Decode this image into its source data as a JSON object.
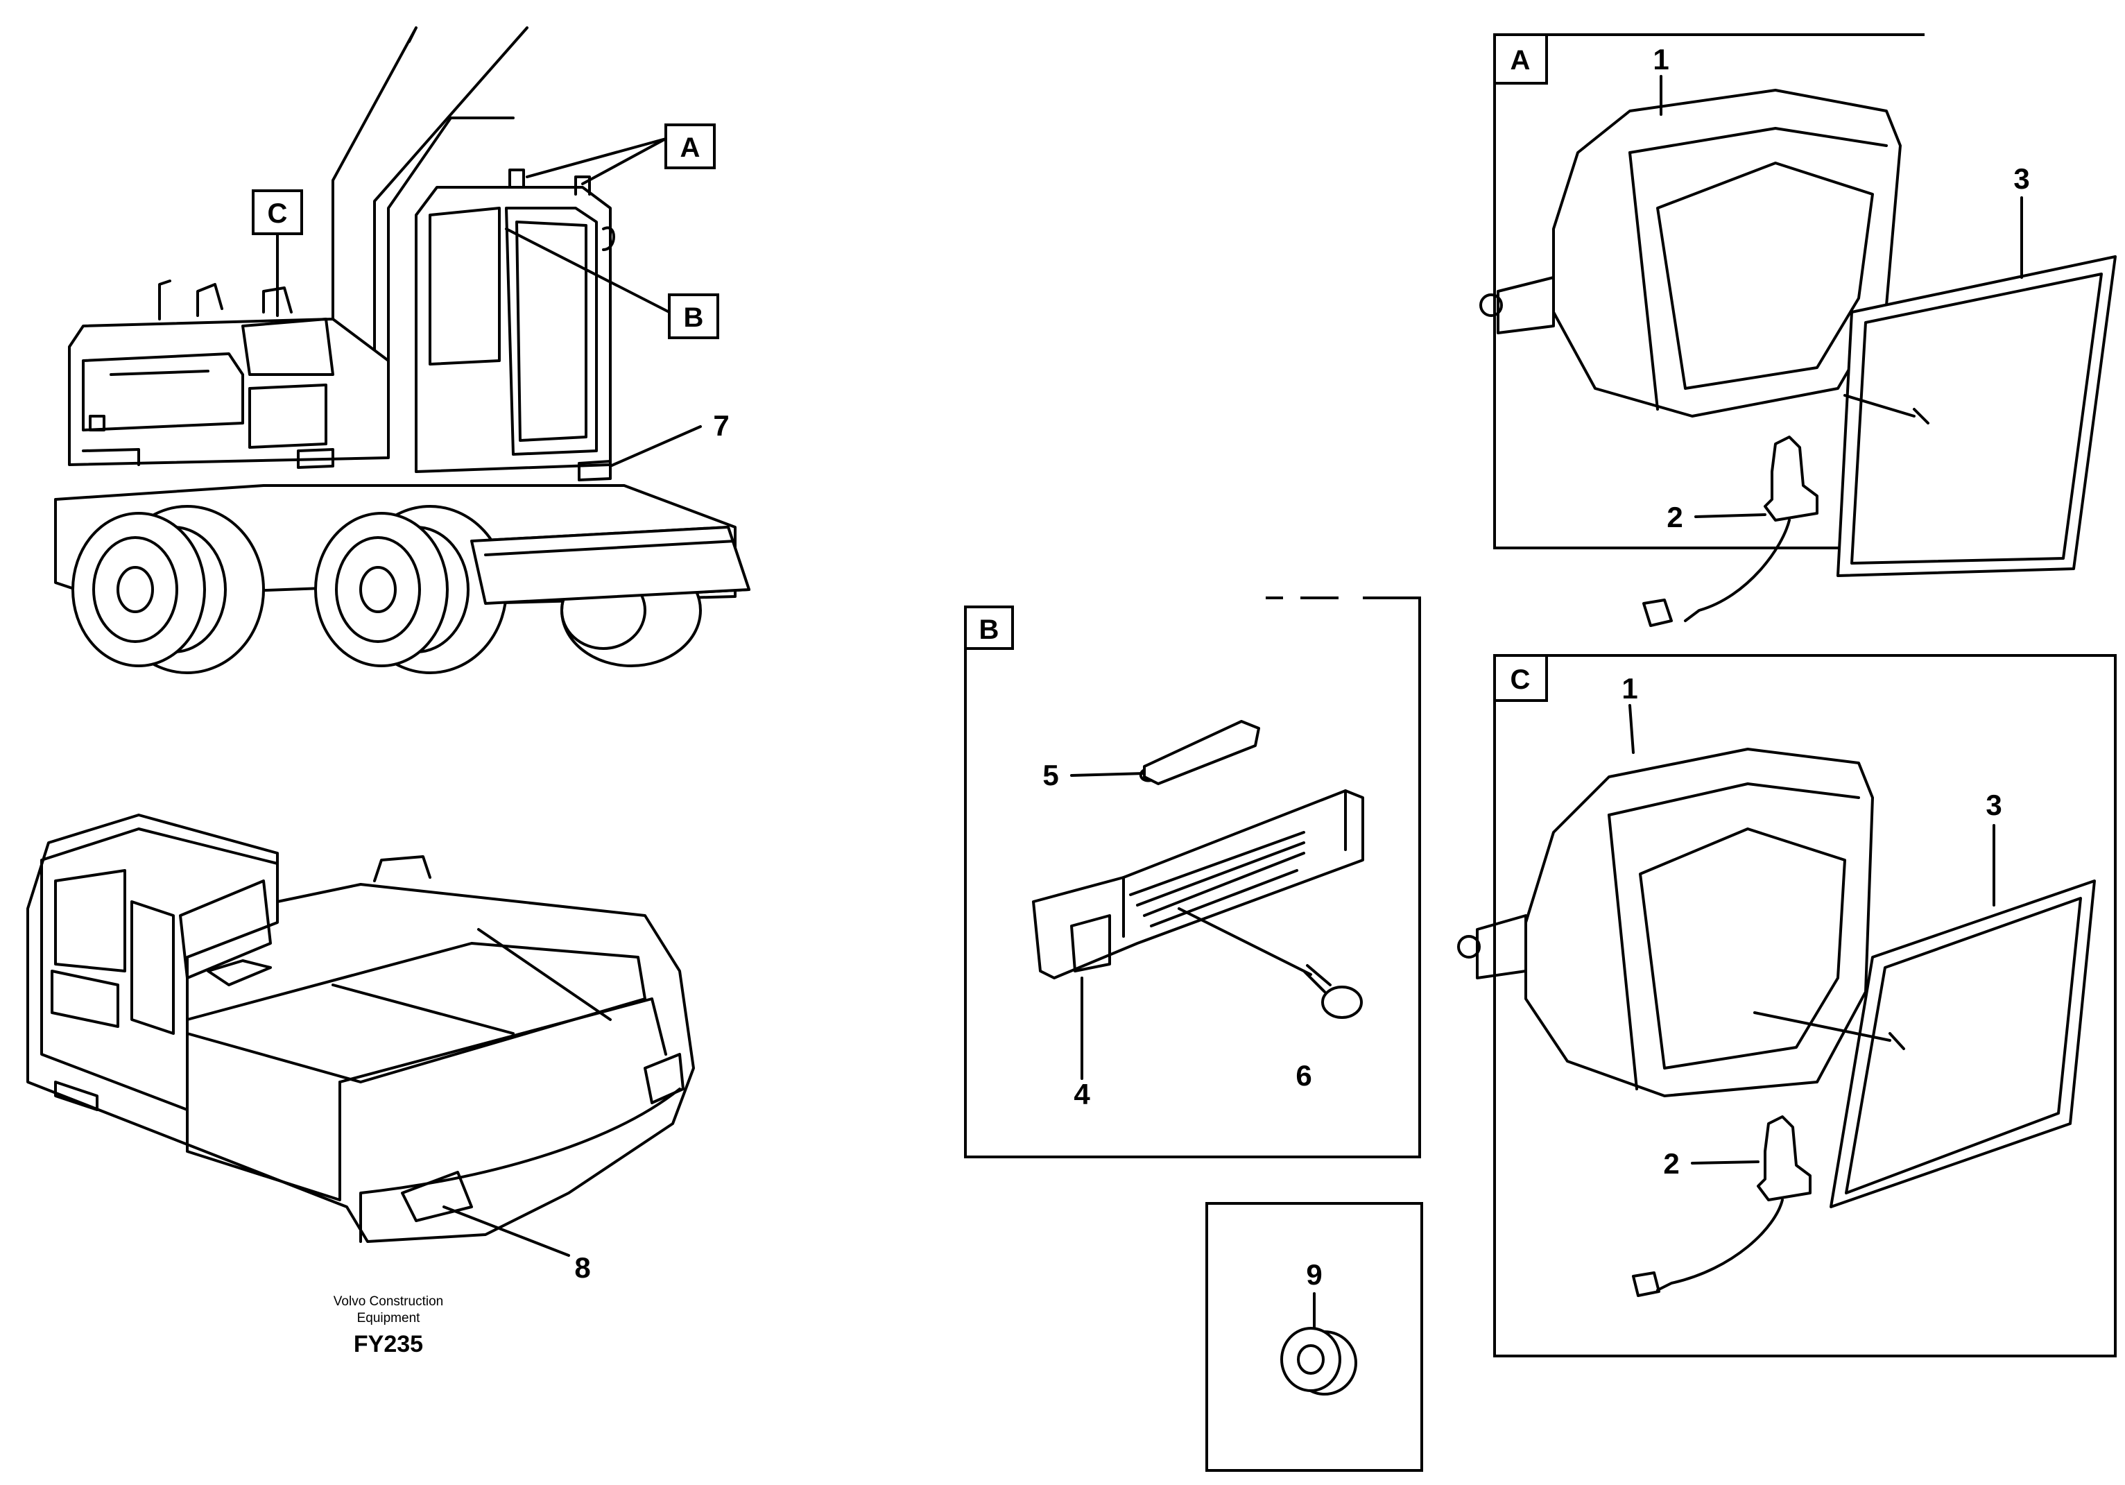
{
  "footer": {
    "company": "Volvo Construction",
    "equipment": "Equipment",
    "code": "FY235"
  },
  "overview_labels": {
    "A": "A",
    "B": "B",
    "C": "C",
    "item7": "7",
    "item8": "8"
  },
  "detail_A": {
    "label": "A",
    "items": [
      "1",
      "2",
      "3"
    ]
  },
  "detail_B": {
    "label": "B",
    "items": [
      "5",
      "4",
      "6"
    ]
  },
  "detail_C": {
    "label": "C",
    "items": [
      "1",
      "2",
      "3"
    ]
  },
  "detail_9": {
    "item": "9"
  }
}
